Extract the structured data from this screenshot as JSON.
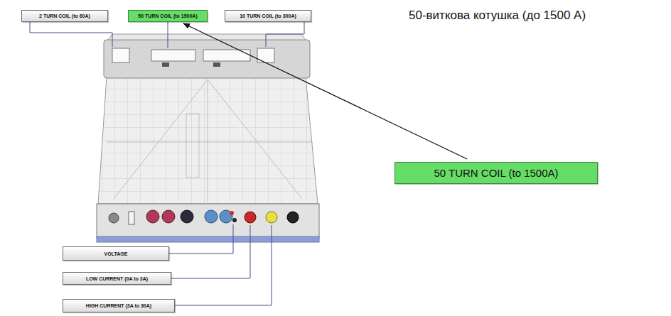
{
  "diagram": {
    "nodes": [
      {
        "text": [
          "2 TURN COIL (to 60A)"
        ]
      },
      {
        "text": [
          "50 TURN COIL (to 1500A)"
        ]
      },
      {
        "text": [
          "10 TURN COIL (to 300A)"
        ]
      },
      {
        "text": [
          "50 TURN COIL (to 1500A)"
        ]
      },
      {
        "text": [
          "VOLTAGE"
        ]
      },
      {
        "text": [
          "LOW CURRENT (0A to 3A)"
        ]
      },
      {
        "text": [
          "HIGH CURRENT (3A to 30A)"
        ]
      }
    ],
    "edges": [
      {
        "from": 3,
        "to": 1,
        "arrow": "to"
      }
    ],
    "labels": [
      "50-виткова котушка (до 1500 А)"
    ]
  }
}
